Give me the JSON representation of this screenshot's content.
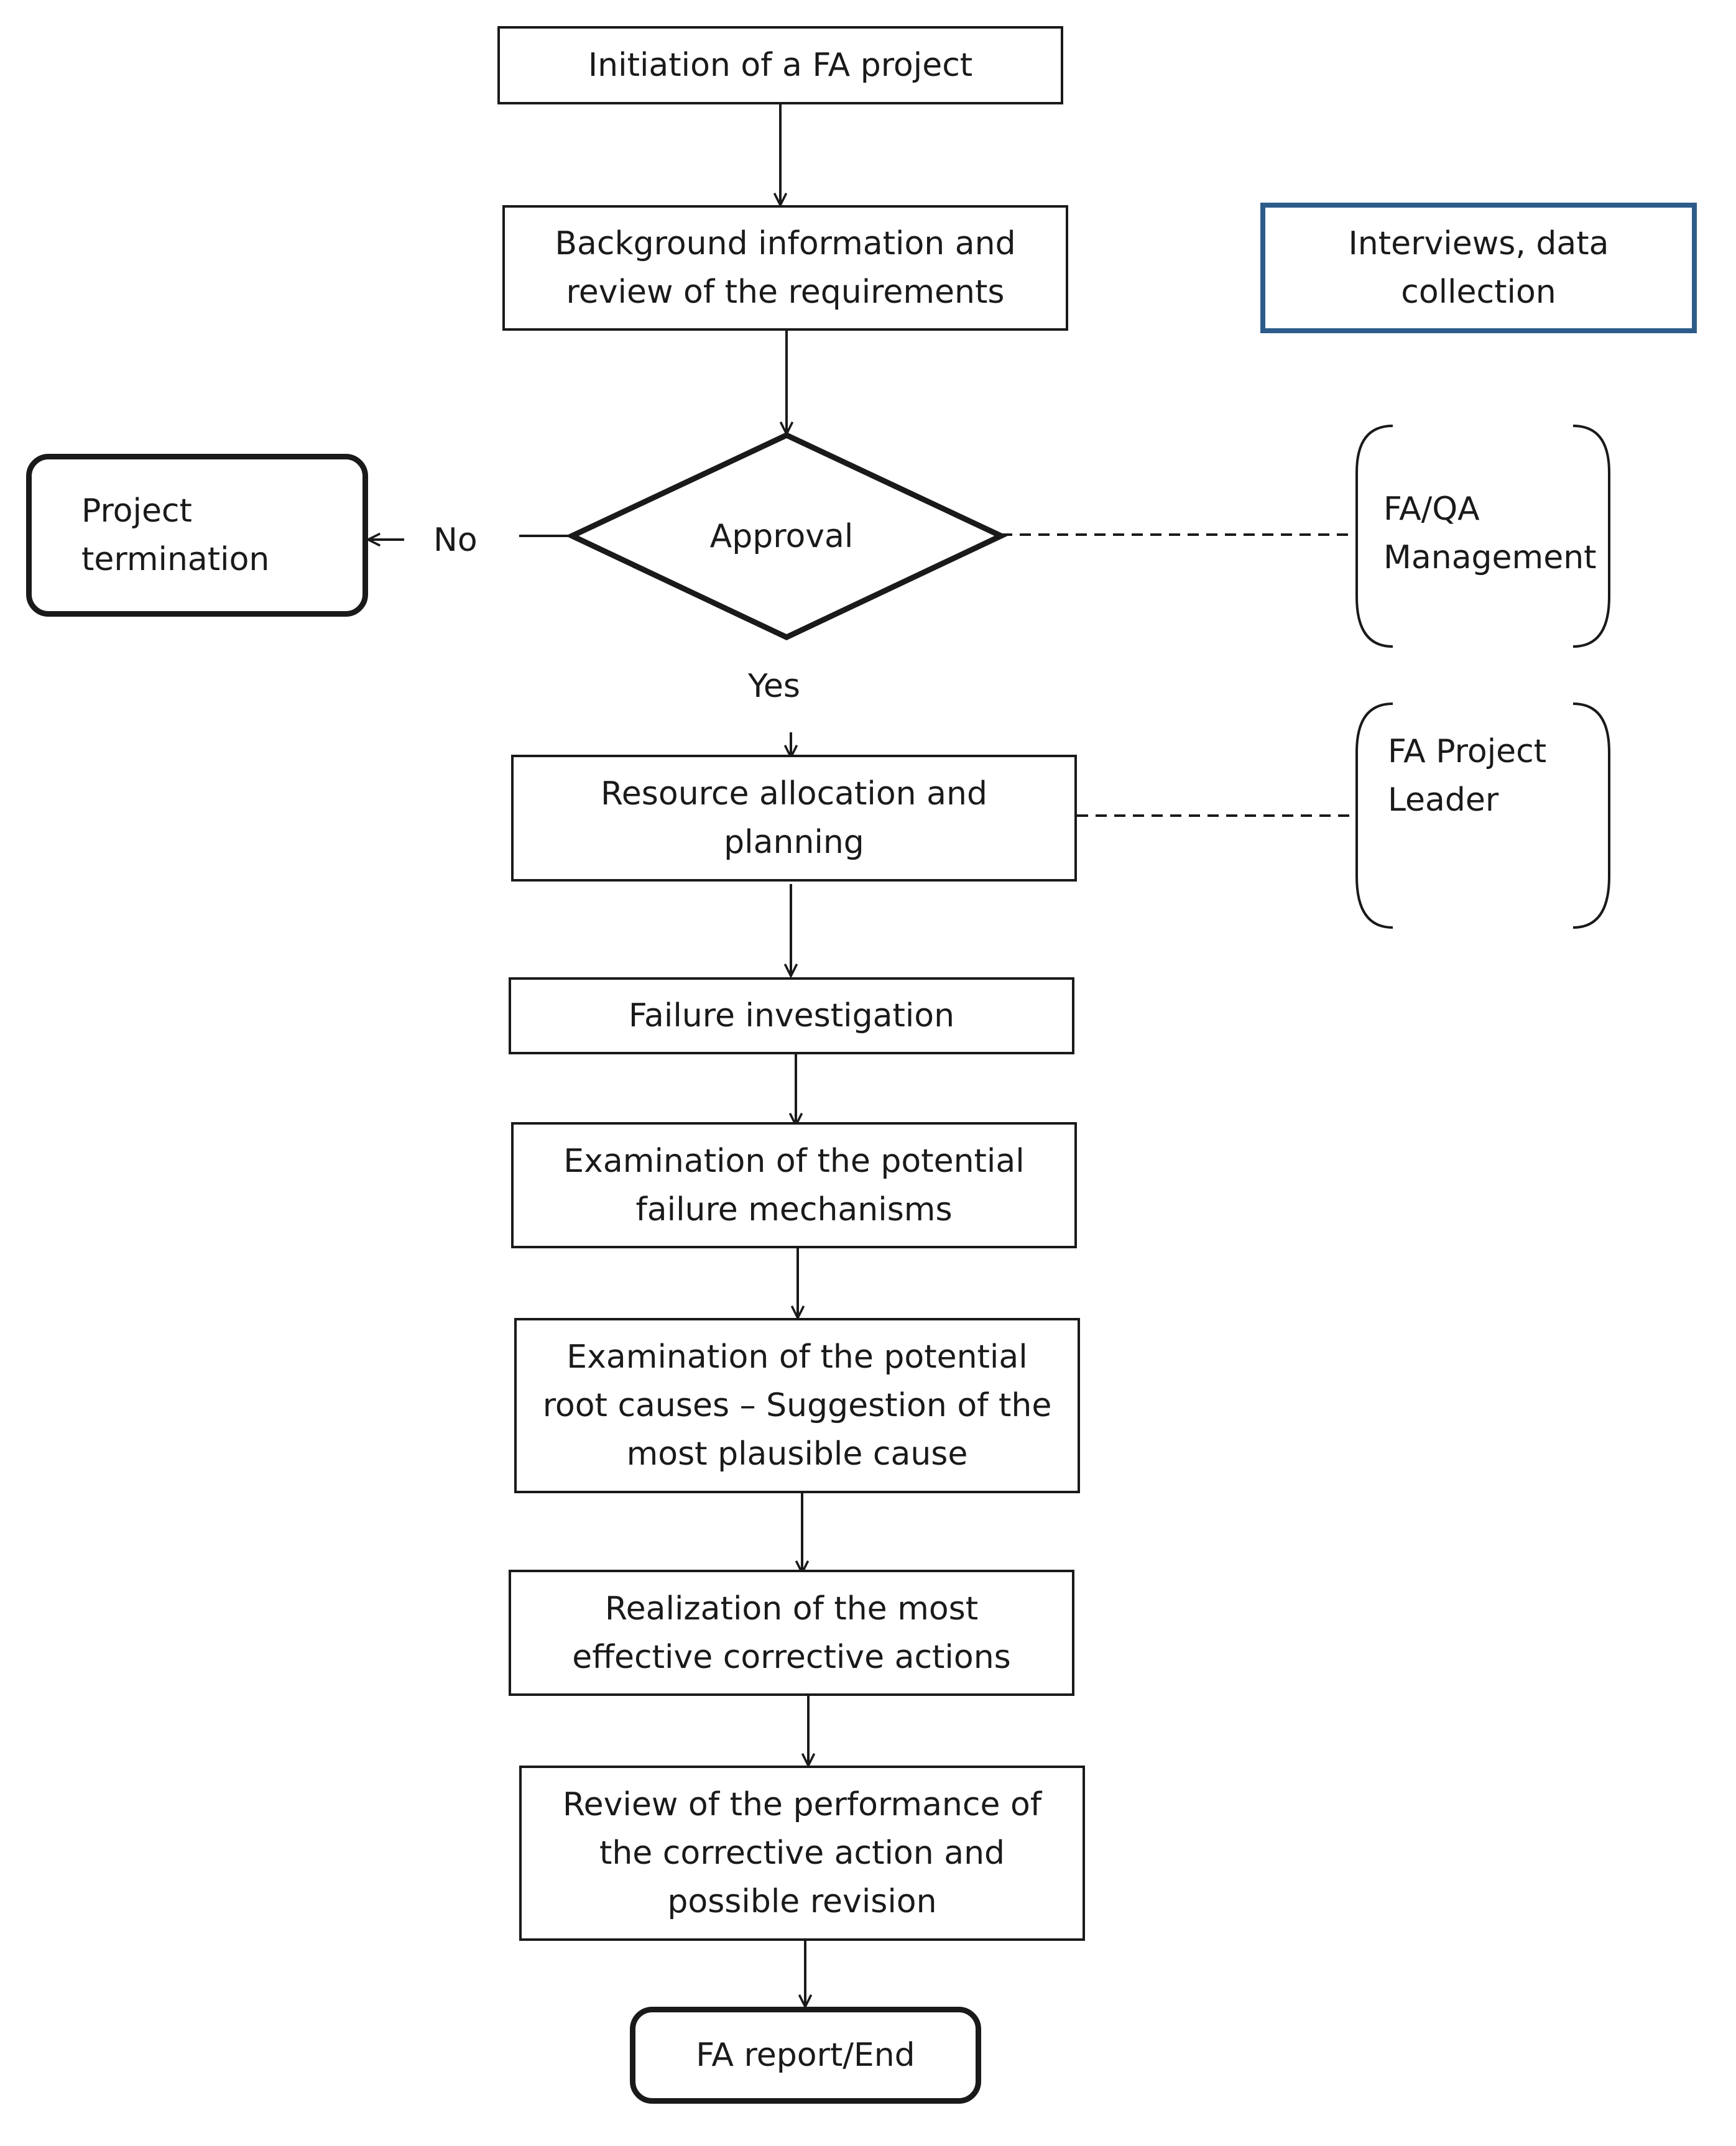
{
  "nodes": {
    "initiation": "Initiation of a FA project",
    "background": "Background information and review of the  requirements",
    "interviews": "Interviews, data collection",
    "approval": "Approval",
    "termination": "Project termination",
    "resource": "Resource allocation and planning",
    "failure_investigation": "Failure investigation",
    "mechanisms": "Examination of the  potential failure mechanisms",
    "root_causes": "Examination of the  potential root causes – Suggestion of the most plausible cause",
    "realization": "Realization of the most effective  corrective actions",
    "review": "Review  of the performance of the  corrective action and possible revision",
    "end": "FA report/End"
  },
  "labels": {
    "no": "No",
    "yes": "Yes"
  },
  "actors": {
    "management": "FA/QA Management",
    "leader": "FA Project Leader"
  },
  "colors": {
    "stroke": "#1a1a1a",
    "accent_border": "#2e5c8a"
  }
}
